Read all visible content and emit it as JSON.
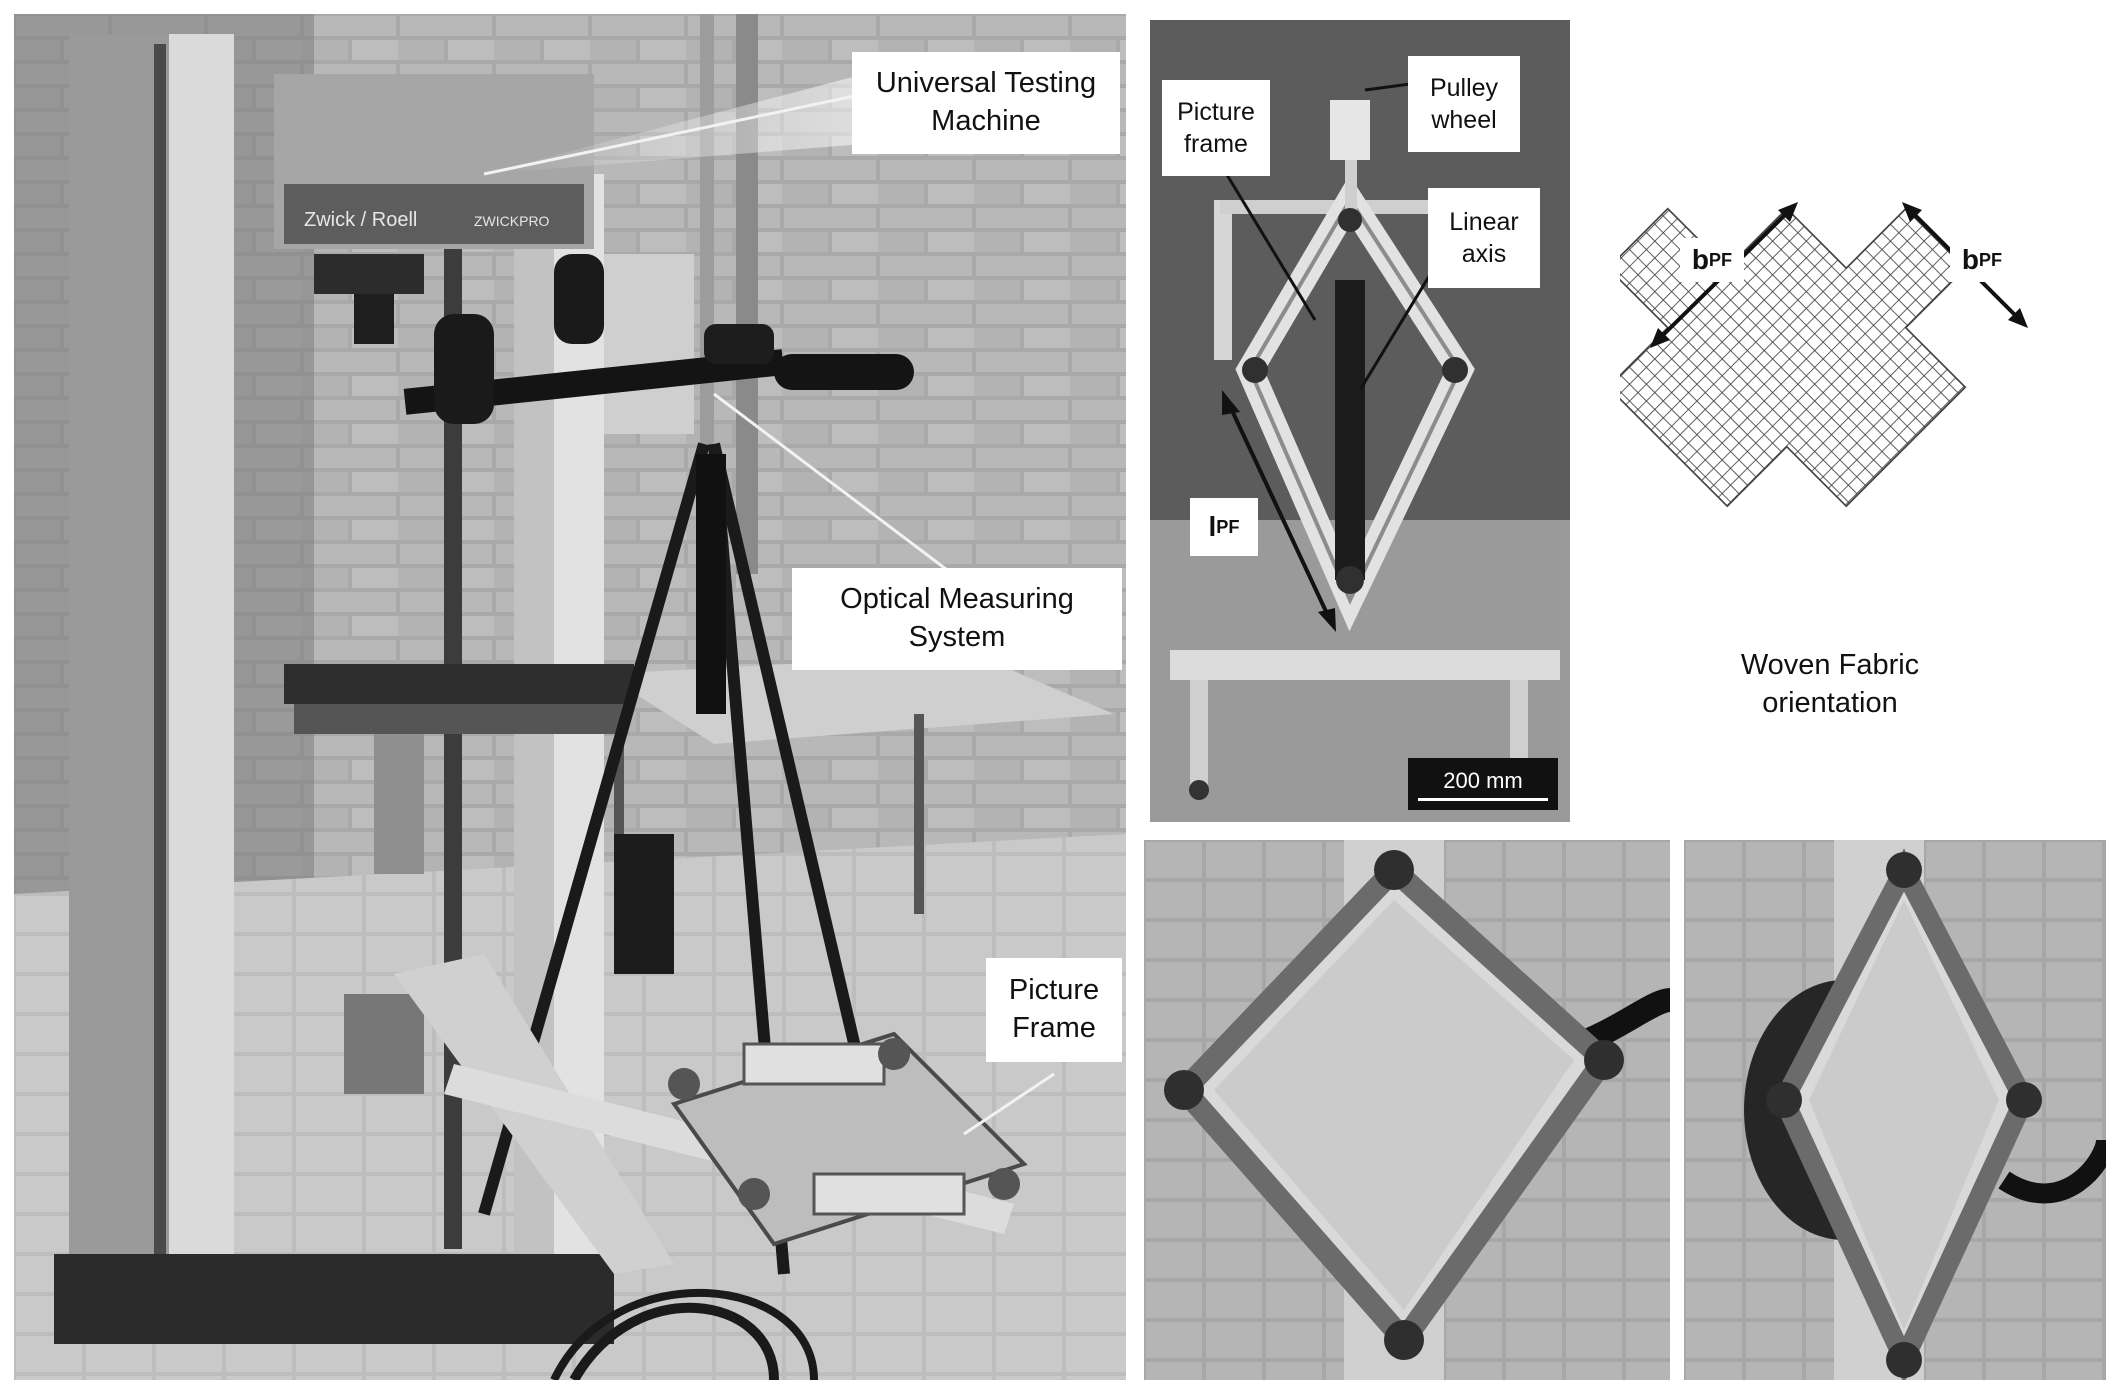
{
  "panels": {
    "main_photo": {
      "callouts": {
        "universal_testing_machine": "Universal Testing\nMachine",
        "optical_measuring_system": "Optical Measuring\nSystem",
        "picture_frame": "Picture\nFrame"
      },
      "machine_brand": "Zwick / Roell",
      "machine_model": "ZWICKPRO"
    },
    "top_photo": {
      "labels": {
        "picture_frame": "Picture\nframe",
        "pulley_wheel": "Pulley\nwheel",
        "linear_axis": "Linear\naxis",
        "length_main": "l",
        "length_sub": "PF"
      },
      "scale_bar": "200 mm"
    },
    "fabric_diagram": {
      "dimension_main": "b",
      "dimension_sub": "PF",
      "caption": "Woven Fabric\norientation"
    }
  },
  "colors": {
    "background": "#ffffff",
    "photo_dark": "#2a2a2a",
    "photo_mid": "#8c8c8c",
    "photo_light": "#d6d6d6",
    "grid_line": "#444444"
  },
  "icons": {
    "arrow": "double-headed-arrow"
  }
}
